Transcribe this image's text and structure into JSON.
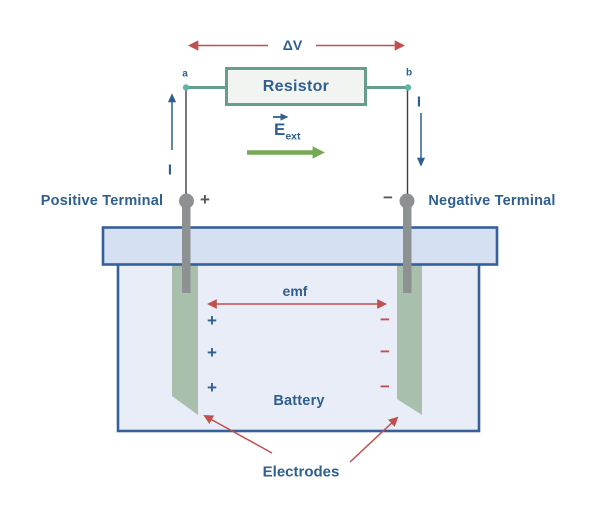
{
  "figure": {
    "delta_v": "ΔV",
    "node_a": "a",
    "node_b": "b",
    "resistor": "Resistor",
    "e_ext": {
      "base": "E",
      "sub": "ext"
    },
    "current_left": "I",
    "current_right": "I",
    "positive_terminal": "Positive Terminal",
    "negative_terminal": "Negative Terminal",
    "terminal_plus": "+",
    "terminal_minus": "−",
    "emf": "emf",
    "battery": "Battery",
    "electrodes": "Electrodes",
    "plus_signs": [
      "+",
      "+",
      "+"
    ],
    "minus_signs": [
      "−",
      "−",
      "−"
    ]
  },
  "colors": {
    "label_blue": "#2e5f8f",
    "arrow_red": "#c0504d",
    "field_green": "#76a956",
    "wire_teal": "#669e8d",
    "node_teal": "#5fb3aa",
    "electrode_green": "#a8c0ab",
    "terminal_gray": "#8e9192",
    "sign_gray": "#55595c",
    "container_border_blue": "#35609a",
    "lid_fill": "#d5e0f3",
    "body_fill": "#e9edf8",
    "resistor_fill": "#f2f4f1",
    "wire_dark": "#3f3f3f"
  }
}
